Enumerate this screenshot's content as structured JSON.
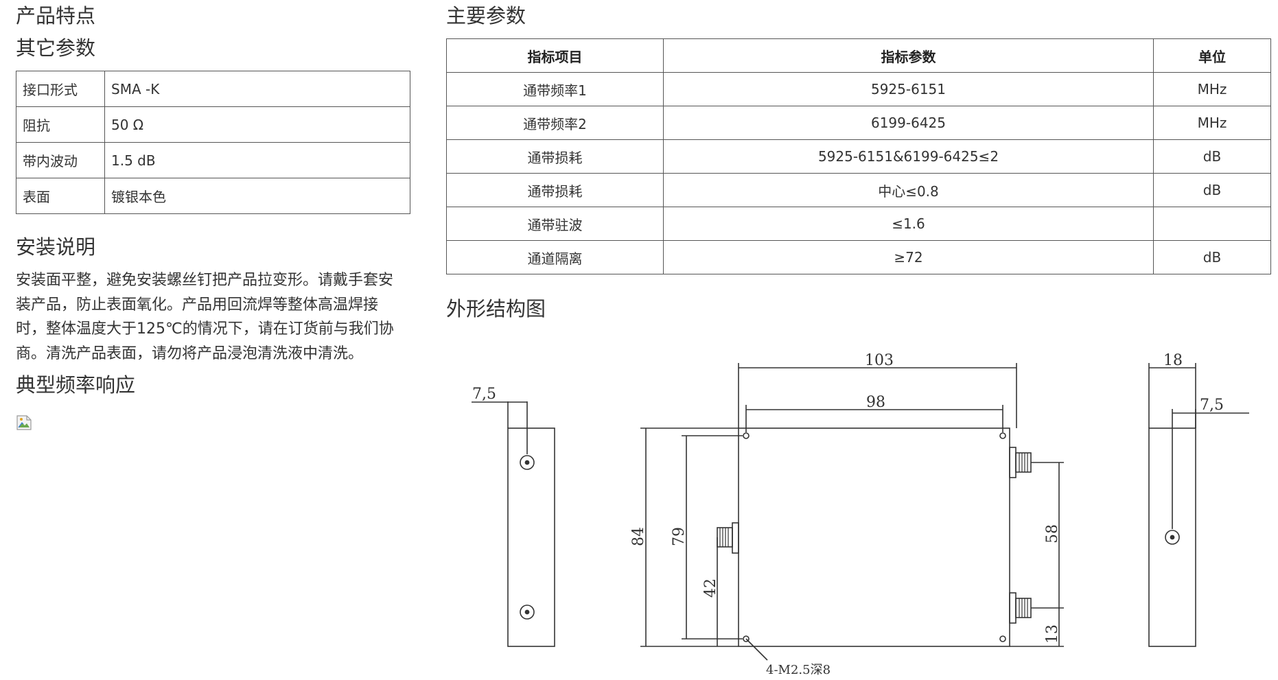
{
  "headings": {
    "product_features": "产品特点",
    "other_params": "其它参数",
    "install": "安装说明",
    "freq_response": "典型频率响应",
    "main_params": "主要参数",
    "outline": "外形结构图"
  },
  "other_params_table": [
    {
      "name": "接口形式",
      "value": "SMA -K"
    },
    {
      "name": "阻抗",
      "value": "50 Ω"
    },
    {
      "name": "带内波动",
      "value": "1.5 dB"
    },
    {
      "name": "表面",
      "value": "镀银本色"
    }
  ],
  "install_text": {
    "line1": "安装面平整，避免安装螺丝钉把产品拉变形。请戴手套安",
    "line2": "装产品，防止表面氧化。产品用回流焊等整体高温焊接",
    "line3": "时，整体温度大于125℃的情况下，请在订货前与我们协",
    "line4": "商。清洗产品表面，请勿将产品浸泡清洗液中清洗。"
  },
  "main_table": {
    "headers": {
      "item": "指标项目",
      "param": "指标参数",
      "unit": "单位"
    },
    "rows": [
      {
        "item": "通带频率1",
        "param": "5925-6151",
        "unit": "MHz"
      },
      {
        "item": "通带频率2",
        "param": "6199-6425",
        "unit": "MHz"
      },
      {
        "item": "通带损耗",
        "param": "5925-6151&6199-6425≤2",
        "unit": "dB"
      },
      {
        "item": "通带损耗",
        "param": "中心≤0.8",
        "unit": "dB"
      },
      {
        "item": "通带驻波",
        "param": "≤1.6",
        "unit": ""
      },
      {
        "item": "通道隔离",
        "param": "≥72",
        "unit": "dB"
      }
    ]
  },
  "drawing_labels": {
    "left_offset": "7,5",
    "width_total": "103",
    "hole_spacing_x": "98",
    "height_total": "84",
    "port_height": "79",
    "port_offset": "42",
    "port_spacing": "58",
    "bottom_port": "13",
    "thickness": "18",
    "right_offset": "7,5",
    "holes_note": "4-M2.5深8"
  }
}
